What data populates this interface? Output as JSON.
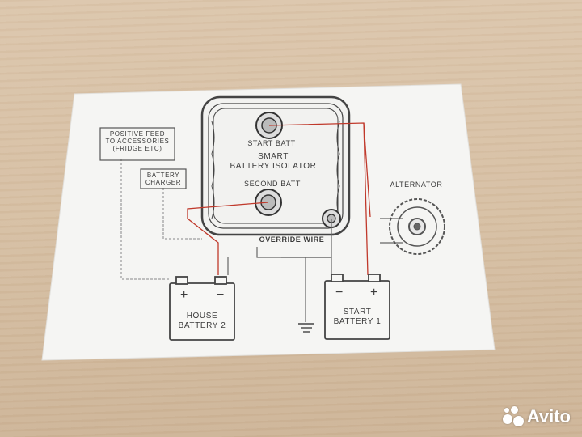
{
  "diagram": {
    "positive_feed": "POSITIVE FEED\nTO ACCESSORIES\n(FRIDGE ETC)",
    "battery_charger": "BATTERY\nCHARGER",
    "start_batt": "START BATT",
    "smart_isolator": "SMART\nBATTERY ISOLATOR",
    "second_batt": "SECOND BATT",
    "alternator": "ALTERNATOR",
    "override_wire": "OVERRIDE WIRE",
    "house_battery": "HOUSE\nBATTERY 2",
    "start_battery": "START\nBATTERY 1",
    "plus": "+",
    "minus": "−"
  },
  "watermark": {
    "brand": "Avito"
  },
  "colors": {
    "paper": "#f6f6f4",
    "ink": "#3a3a3a",
    "red_wire": "#c0392b",
    "wood": "#d6bfa3"
  }
}
